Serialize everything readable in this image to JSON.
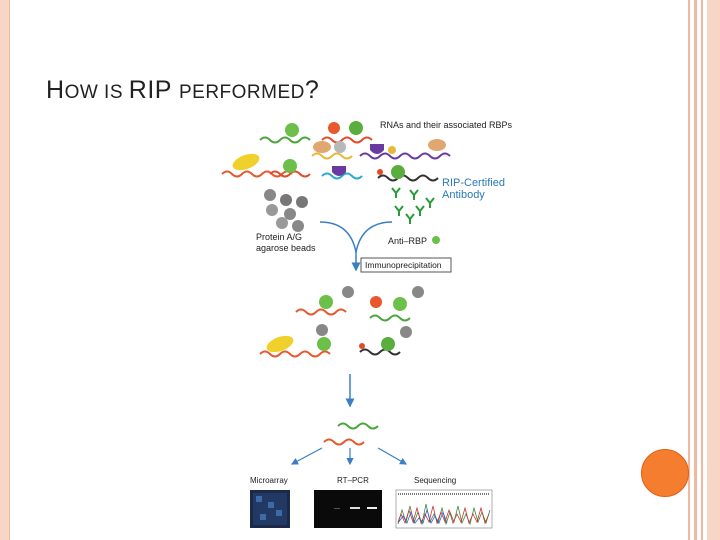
{
  "slide": {
    "title_parts": [
      "H",
      "OW IS ",
      "RIP ",
      "PERFORMED",
      "?"
    ]
  },
  "diagram": {
    "labels": {
      "rnas_rbps": "RNAs and their associated RBPs",
      "rip_certified": "RIP-Certified",
      "antibody": "Antibody",
      "protein_ag": "Protein A/G",
      "agarose_beads": "agarose beads",
      "anti_rbp": "Anti–RBP",
      "immunoprecipitation": "Immunoprecipitation",
      "microarray": "Microarray",
      "rt_pcr": "RT–PCR",
      "sequencing": "Sequencing"
    }
  },
  "colors": {
    "accent_orange": "#f57d30",
    "frame_peach": "#f7d6c6",
    "frame_line": "#f0b9a2",
    "label_blue": "#2a7ab8"
  }
}
